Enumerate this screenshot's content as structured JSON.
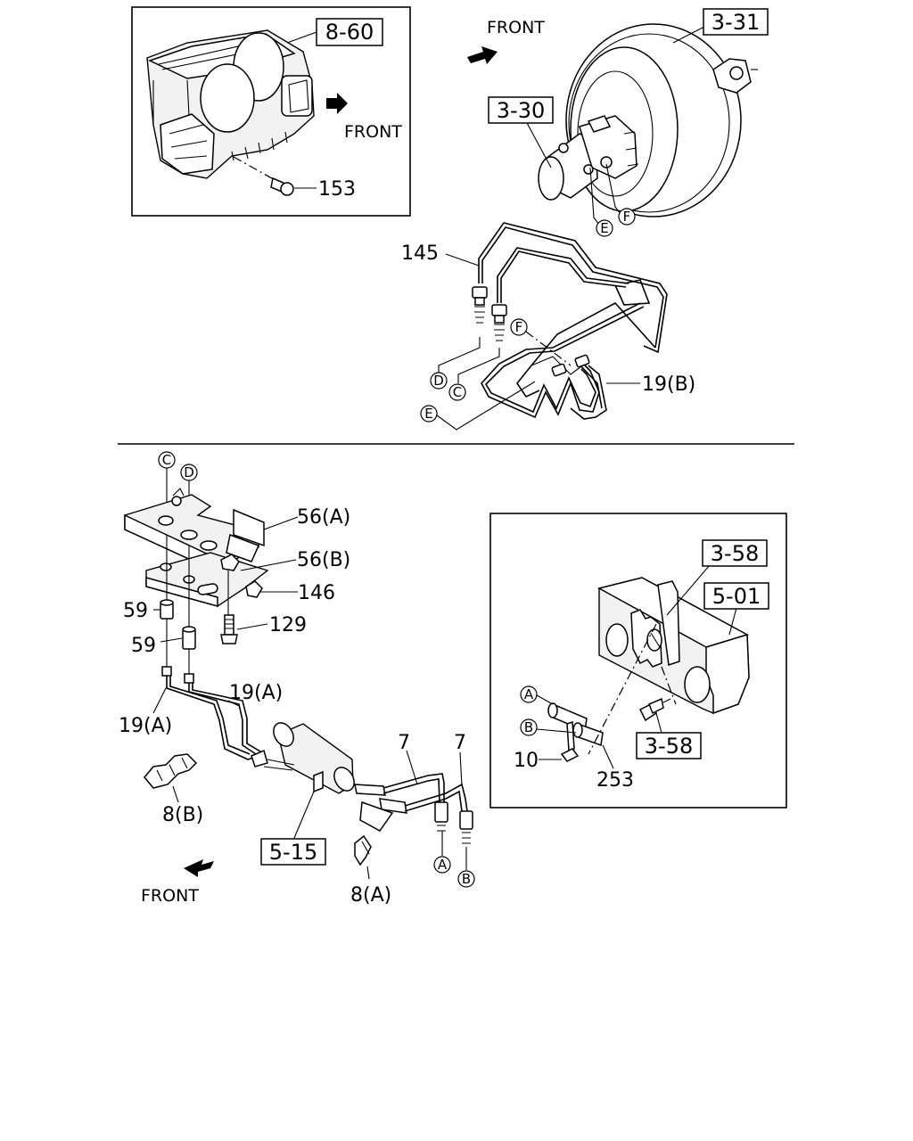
{
  "top_left_inset": {
    "ref_box": "8-60",
    "part_153": "153",
    "front_label": "FRONT"
  },
  "top_right": {
    "front_label": "FRONT",
    "ref_box_331": "3-31",
    "ref_box_330": "3-30",
    "circle_e": "E",
    "circle_f": "F"
  },
  "brake_pipes": {
    "part_145": "145",
    "circle_f": "F",
    "circle_d": "D",
    "circle_c": "C",
    "circle_e": "E",
    "part_19b": "19(B)"
  },
  "lower_left": {
    "circle_c": "C",
    "circle_d": "D",
    "part_56a": "56(A)",
    "part_56b": "56(B)",
    "part_146": "146",
    "part_59_top": "59",
    "part_59_bottom": "59",
    "part_129": "129",
    "part_19a_right": "19(A)",
    "part_19a_left": "19(A)",
    "part_8b": "8(B)",
    "part_7_left": "7",
    "part_7_right": "7",
    "ref_box_515": "5-15",
    "part_8a": "8(A)",
    "circle_a": "A",
    "circle_b": "B",
    "front_label": "FRONT"
  },
  "lower_right_inset": {
    "ref_box_358_top": "3-58",
    "ref_box_501": "5-01",
    "circle_a": "A",
    "circle_b": "B",
    "ref_box_358_bottom": "3-58",
    "part_10": "10",
    "part_253": "253"
  }
}
